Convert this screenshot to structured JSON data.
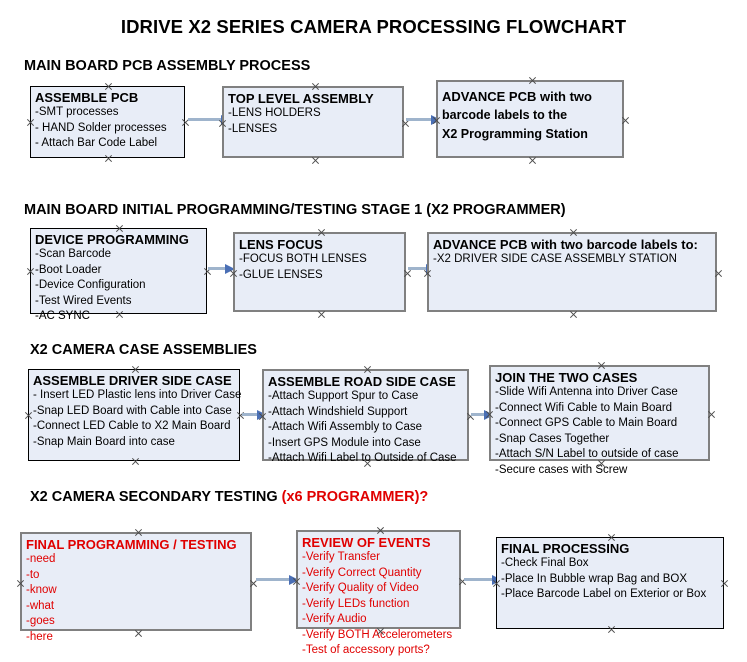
{
  "document": {
    "title": "IDRIVE X2  SERIES CAMERA PROCESSING FLOWCHART"
  },
  "colors": {
    "box_fill": "#e8edf7",
    "box_border": "#000000",
    "box_border_selected": "#808080",
    "accent_red": "#e00000",
    "arrow_line": "#9fb4cc",
    "arrow_head": "#4a6fb5"
  },
  "sections": [
    {
      "heading": "MAIN BOARD PCB ASSEMBLY PROCESS",
      "heading_accent": "",
      "boxes": [
        {
          "title": "ASSEMBLE PCB",
          "bold_lines": false,
          "red": false,
          "selected": false,
          "lines": [
            "-SMT processes",
            "- HAND Solder processes",
            "- Attach Bar Code Label"
          ]
        },
        {
          "title": "TOP LEVEL ASSEMBLY",
          "bold_lines": false,
          "red": false,
          "selected": true,
          "lines": [
            "-LENS HOLDERS",
            "-LENSES"
          ]
        },
        {
          "title": "ADVANCE PCB with two",
          "bold_lines": true,
          "red": false,
          "selected": true,
          "lines": [
            "barcode labels to the",
            " X2 Programming Station"
          ]
        }
      ]
    },
    {
      "heading": "MAIN BOARD INITIAL PROGRAMMING/TESTING STAGE 1 (X2 PROGRAMMER)",
      "heading_accent": "",
      "boxes": [
        {
          "title": "DEVICE PROGRAMMING",
          "bold_lines": false,
          "red": false,
          "selected": false,
          "lines": [
            "-Scan Barcode",
            "-Boot Loader",
            "-Device Configuration",
            "-Test Wired Events",
            "-AC SYNC"
          ]
        },
        {
          "title": "LENS FOCUS",
          "bold_lines": false,
          "red": false,
          "selected": true,
          "lines": [
            "-FOCUS BOTH LENSES",
            "-GLUE LENSES"
          ]
        },
        {
          "title": "ADVANCE PCB with two barcode labels to:",
          "bold_lines": false,
          "red": false,
          "selected": true,
          "lines": [
            "-X2 DRIVER  SIDE  CASE  ASSEMBLY STATION"
          ]
        }
      ]
    },
    {
      "heading": "X2 CAMERA CASE ASSEMBLIES",
      "heading_accent": "",
      "boxes": [
        {
          "title": "ASSEMBLE DRIVER SIDE CASE",
          "bold_lines": false,
          "red": false,
          "selected": false,
          "lines": [
            "- Insert LED Plastic lens into Driver Case",
            "-Snap LED Board with Cable into Case",
            "-Connect LED Cable to X2 Main Board",
            "-Snap Main Board into case"
          ]
        },
        {
          "title": "ASSEMBLE ROAD SIDE CASE",
          "bold_lines": false,
          "red": false,
          "selected": true,
          "lines": [
            "-Attach Support Spur to Case",
            "-Attach Windshield Support",
            "-Attach Wifi Assembly to Case",
            "-Insert GPS Module into Case",
            "-Attach Wifi Label to Outside of Case"
          ]
        },
        {
          "title": "JOIN THE TWO CASES",
          "bold_lines": false,
          "red": false,
          "selected": true,
          "lines": [
            "-Slide Wifi Antenna into Driver Case",
            "-Connect Wifi Cable to Main Board",
            "-Connect GPS Cable to Main Board",
            "-Snap Cases Together",
            "-Attach S/N Label to outside of case",
            "-Secure cases with Screw"
          ]
        }
      ]
    },
    {
      "heading": "X2 CAMERA SECONDARY TESTING ",
      "heading_accent": "(x6 PROGRAMMER)?",
      "boxes": [
        {
          "title": "FINAL PROGRAMMING / TESTING",
          "bold_lines": false,
          "red": true,
          "selected": true,
          "lines": [
            "-need",
            "-to",
            "-know",
            "-what",
            "-goes",
            "-here"
          ]
        },
        {
          "title": "REVIEW OF EVENTS",
          "bold_lines": false,
          "red": true,
          "selected": true,
          "lines": [
            "-Verify Transfer",
            "-Verify Correct Quantity",
            "-Verify Quality of Video",
            "-Verify LEDs function",
            "-Verify Audio",
            "-Verify BOTH Accelerometers",
            "-Test of accessory ports?"
          ]
        },
        {
          "title": "FINAL PROCESSING",
          "bold_lines": false,
          "red": false,
          "selected": false,
          "lines": [
            " -Check Final Box",
            "-Place In Bubble wrap Bag and BOX",
            "-Place Barcode Label on Exterior or Box"
          ]
        }
      ]
    }
  ]
}
